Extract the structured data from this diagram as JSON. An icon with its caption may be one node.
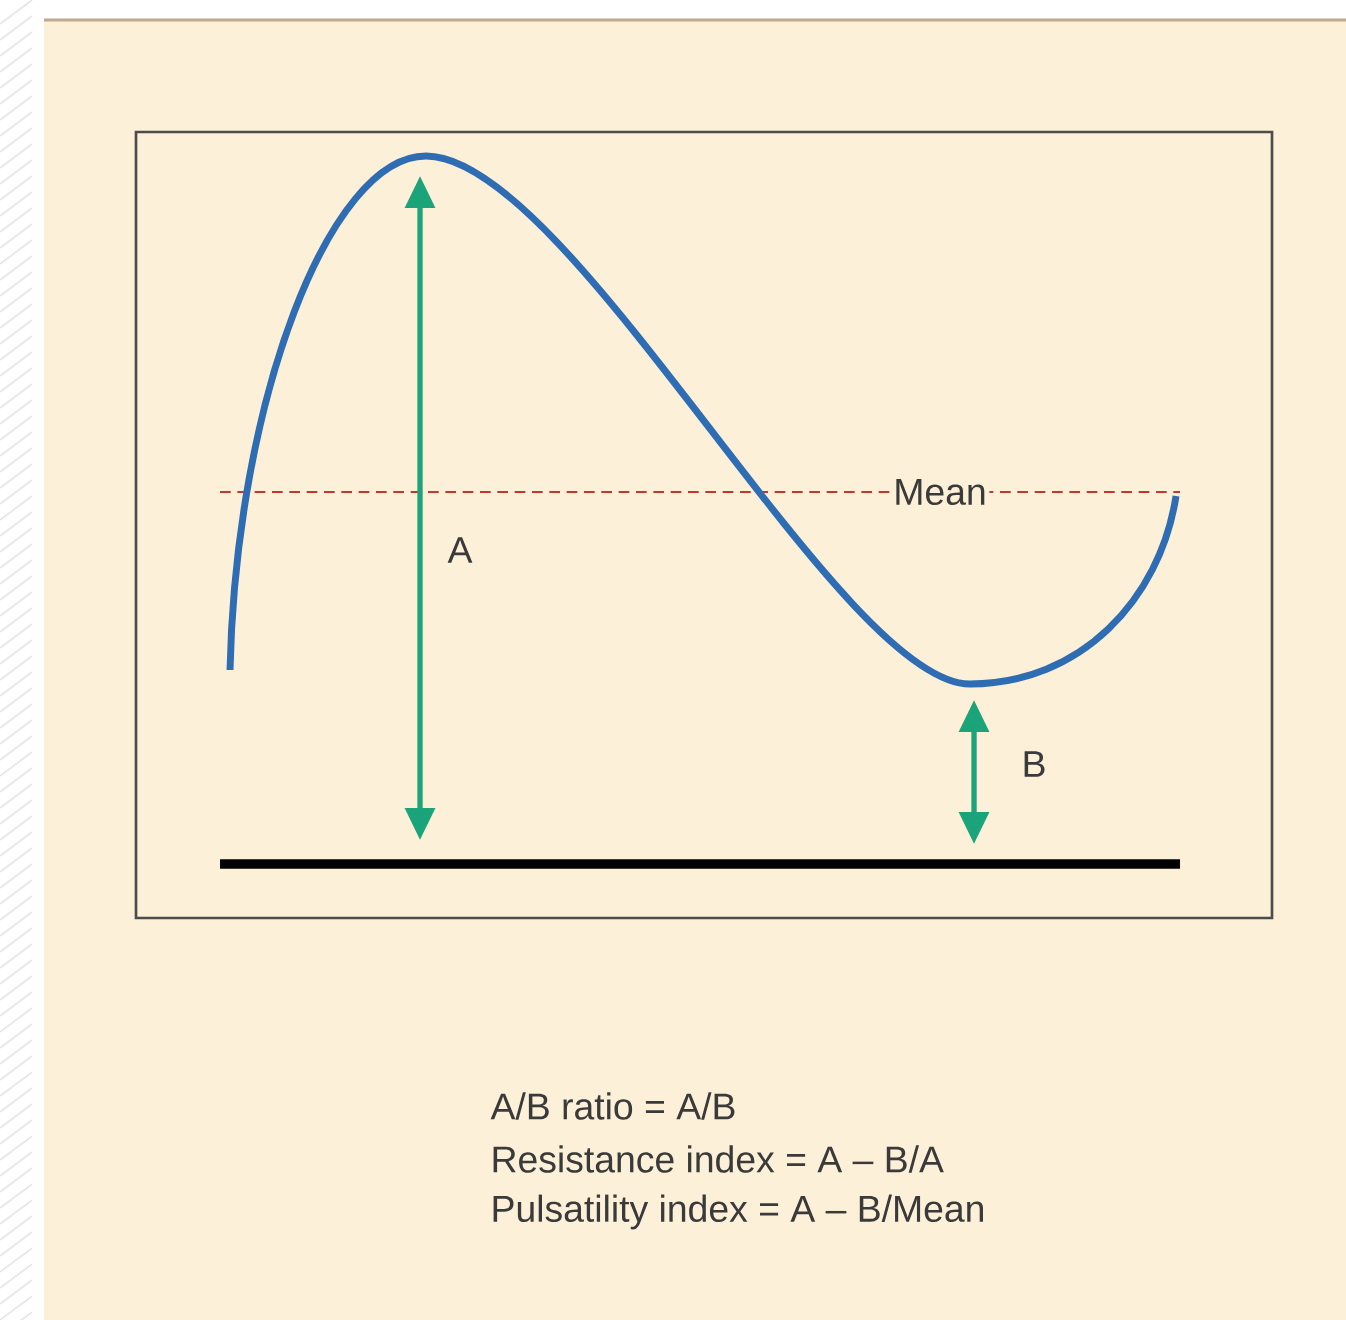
{
  "diagram": {
    "labels": [
      "Mean",
      "A",
      "B",
      "A/B ratio = A/B",
      "Resistance index = A – B/A",
      "Pulsatility index = A – B/Mean"
    ]
  }
}
